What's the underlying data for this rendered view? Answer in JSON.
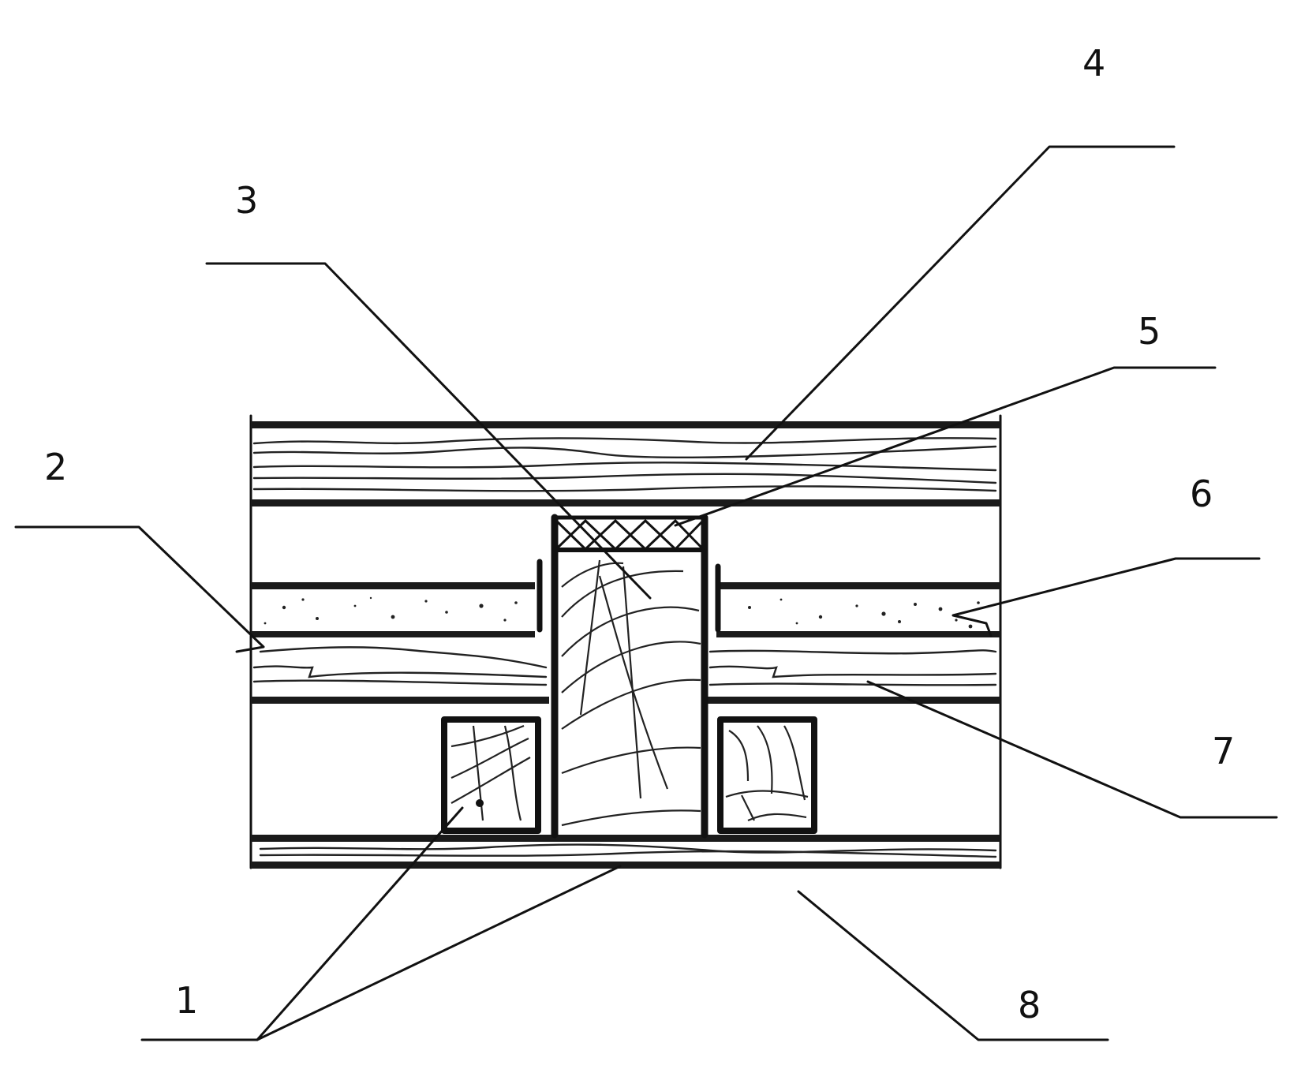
{
  "figure": {
    "ink_color": "#111111",
    "background_color": "#ffffff",
    "callouts": [
      {
        "id": "1",
        "label": "1"
      },
      {
        "id": "2",
        "label": "2"
      },
      {
        "id": "3",
        "label": "3"
      },
      {
        "id": "4",
        "label": "4"
      },
      {
        "id": "5",
        "label": "5"
      },
      {
        "id": "6",
        "label": "6"
      },
      {
        "id": "7",
        "label": "7"
      },
      {
        "id": "8",
        "label": "8"
      }
    ]
  }
}
